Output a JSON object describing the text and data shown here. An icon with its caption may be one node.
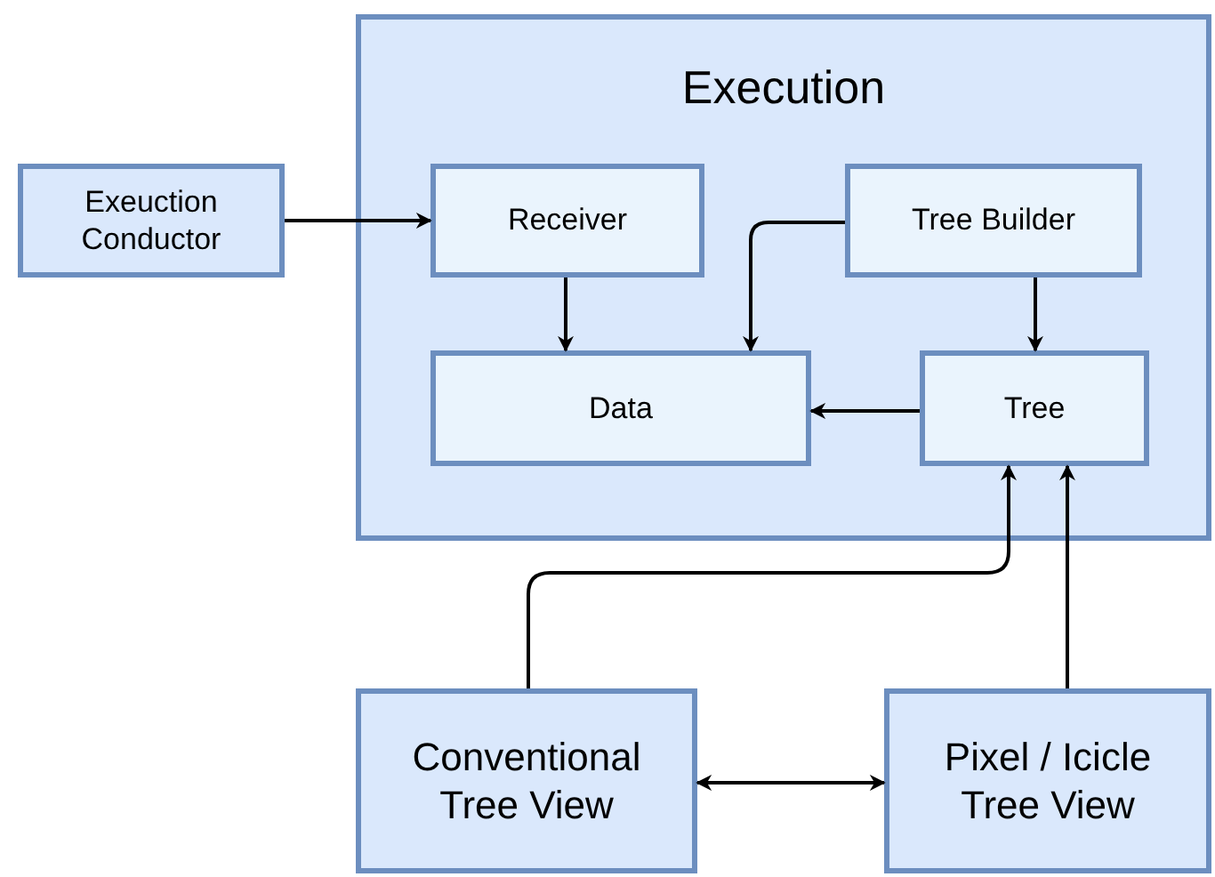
{
  "diagram": {
    "nodes": [
      {
        "text": [
          "Execution"
        ]
      },
      {
        "text": [
          "Exeuction Conductor"
        ]
      },
      {
        "text": [
          "Receiver"
        ],
        "in": 0
      },
      {
        "text": [
          "Tree Builder"
        ],
        "in": 0
      },
      {
        "text": [
          "Data"
        ],
        "in": 0
      },
      {
        "text": [
          "Tree"
        ],
        "in": 0
      },
      {
        "text": [
          "Conventional Tree View"
        ]
      },
      {
        "text": [
          "Pixel / Icicle Tree View"
        ]
      }
    ],
    "edges": [
      {
        "from": 1,
        "to": 2,
        "arrow": "to"
      },
      {
        "from": 2,
        "to": 4,
        "arrow": "to"
      },
      {
        "from": 3,
        "to": 4,
        "arrow": "to"
      },
      {
        "from": 3,
        "to": 5,
        "arrow": "to"
      },
      {
        "from": 5,
        "to": 4,
        "arrow": "to"
      },
      {
        "from": 6,
        "to": 5,
        "arrow": "to"
      },
      {
        "from": 7,
        "to": 5,
        "arrow": "to"
      },
      {
        "from": 6,
        "to": 7,
        "arrow": "both"
      }
    ]
  }
}
